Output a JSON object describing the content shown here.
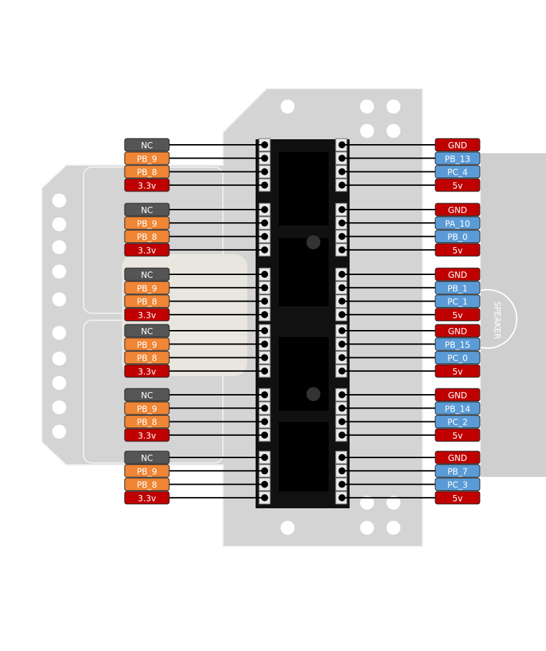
{
  "colors": {
    "NC": "#555555",
    "GPIO_LEFT": "#ef8535",
    "POWER": "#c00000",
    "GND": "#c00000",
    "GPIO_RIGHT": "#5b9bd5"
  },
  "silkscreen": {
    "speaker": "SPEAKER"
  },
  "groups": [
    {
      "left": [
        "NC",
        "PB_9",
        "PB_8",
        "3.3v"
      ],
      "right": [
        "GND",
        "PB_13",
        "PC_4",
        "5v"
      ]
    },
    {
      "left": [
        "NC",
        "PB_9",
        "PB_8",
        "3.3v"
      ],
      "right": [
        "GND",
        "PA_10",
        "PB_0",
        "5v"
      ]
    },
    {
      "left": [
        "NC",
        "PB_9",
        "PB_8",
        "3.3v"
      ],
      "right": [
        "GND",
        "PB_1",
        "PC_1",
        "5v"
      ]
    },
    {
      "left": [
        "NC",
        "PB_9",
        "PB_8",
        "3.3v"
      ],
      "right": [
        "GND",
        "PB_15",
        "PC_0",
        "5v"
      ]
    },
    {
      "left": [
        "NC",
        "PB_9",
        "PB_8",
        "3.3v"
      ],
      "right": [
        "GND",
        "PB_14",
        "PC_2",
        "5v"
      ]
    },
    {
      "left": [
        "NC",
        "PB_9",
        "PB_8",
        "3.3v"
      ],
      "right": [
        "GND",
        "PB_7",
        "PC_3",
        "5v"
      ]
    }
  ]
}
